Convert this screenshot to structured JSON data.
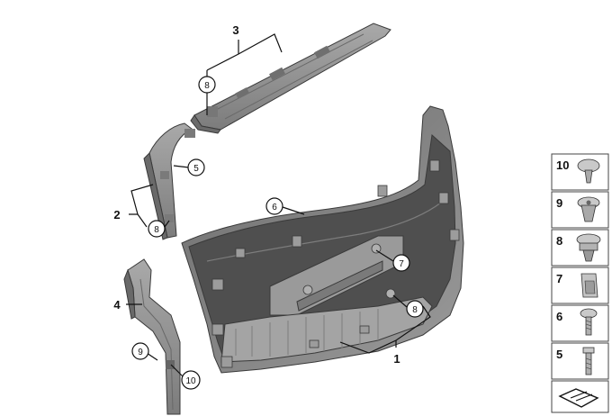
{
  "callouts": [
    {
      "id": "c1",
      "text": "1"
    },
    {
      "id": "c2",
      "text": "2"
    },
    {
      "id": "c3",
      "text": "3"
    },
    {
      "id": "c4",
      "text": "4"
    },
    {
      "id": "c5",
      "text": "5"
    },
    {
      "id": "c6",
      "text": "6"
    },
    {
      "id": "c7",
      "text": "7"
    },
    {
      "id": "c8a",
      "text": "8"
    },
    {
      "id": "c8b",
      "text": "8"
    },
    {
      "id": "c8c",
      "text": "8"
    },
    {
      "id": "c9",
      "text": "9"
    },
    {
      "id": "c10",
      "text": "10"
    }
  ],
  "legend": [
    {
      "number": "10",
      "icon": "push-rivet-icon"
    },
    {
      "number": "9",
      "icon": "expanding-rivet-icon"
    },
    {
      "number": "8",
      "icon": "clip-nut-icon"
    },
    {
      "number": "7",
      "icon": "square-clip-icon"
    },
    {
      "number": "6",
      "icon": "pan-head-screw-icon"
    },
    {
      "number": "5",
      "icon": "bolt-icon"
    }
  ],
  "colors": {
    "part_fill": "#8c8c8c",
    "part_dark": "#5e5e5e",
    "part_light": "#b5b5b5",
    "line": "#111111"
  }
}
